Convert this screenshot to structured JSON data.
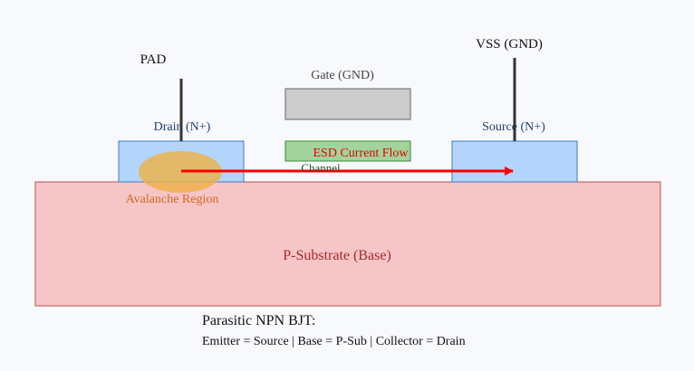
{
  "labels": {
    "pad": "PAD",
    "vss": "VSS (GND)",
    "gate": "Gate (GND)",
    "drain": "Drain (N+)",
    "source": "Source (N+)",
    "channel": "Channel",
    "esd_flow": "ESD Current Flow",
    "avalanche": "Avalanche Region",
    "substrate": "P-Substrate (Base)"
  },
  "caption": {
    "title": "Parasitic NPN BJT:",
    "detail": "Emitter = Source | Base = P-Sub | Collector = Drain"
  },
  "colors": {
    "background": "#f8f9fc",
    "substrate_fill": "#f6c5c7",
    "substrate_stroke": "#c0504d",
    "substrate_text": "#a52a2a",
    "diffusion_fill": "#b3d5fb",
    "diffusion_stroke": "#3e7cc4",
    "diffusion_text": "#1f3f70",
    "gate_fill": "#cccccc",
    "gate_stroke": "#666666",
    "channel_fill": "#a3d39c",
    "channel_stroke": "#3b8a3b",
    "channel_text": "#1e5a1e",
    "avalanche_fill": "#f0b040",
    "avalanche_text": "#d2691e",
    "esd_flow": "#ff0000",
    "terminal": "#333333"
  }
}
